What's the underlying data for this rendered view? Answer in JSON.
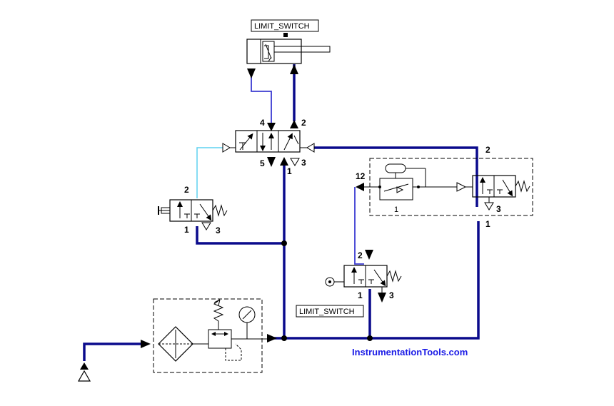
{
  "title_labels": {
    "top_switch": "LIMIT_SWITCH",
    "bottom_switch": "LIMIT_SWITCH"
  },
  "brand": {
    "text": "InstrumentationTools.com",
    "color": "#1a1ae6"
  },
  "colors": {
    "line_main": "#0a0a8c",
    "line_signal": "#3b3bd1",
    "line_pilot": "#5fd2f0"
  },
  "ports": {
    "v5_4": "4",
    "v5_2": "2",
    "v5_5": "5",
    "v5_1": "1",
    "v5_3": "3",
    "pb_2": "2",
    "pb_1": "1",
    "pb_3": "3",
    "dv_12": "12",
    "dv_1": "1",
    "dv_2": "2",
    "dv_3": "3",
    "dv_p1": "1",
    "ls_2": "2",
    "ls_1": "1",
    "ls_3": "3"
  }
}
